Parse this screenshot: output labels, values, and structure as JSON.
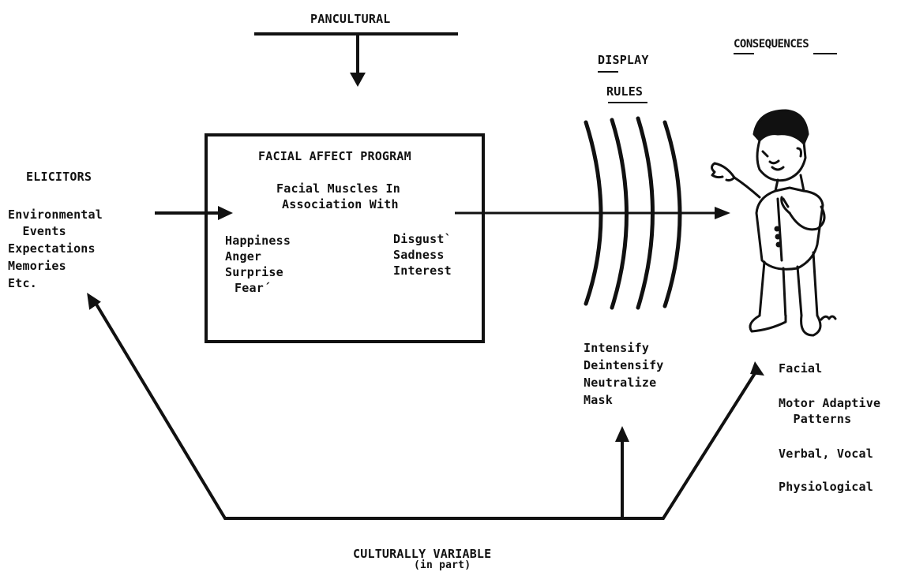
{
  "pancultural": "PANCULTURAL",
  "program": {
    "title": "FACIAL AFFECT PROGRAM",
    "subtitle_line1": "Facial Muscles In",
    "subtitle_line2": "Association With",
    "emotions_left": [
      "Happiness",
      "Anger",
      "Surprise",
      "Fear´"
    ],
    "emotions_right": [
      "Disgust`",
      "Sadness",
      "Interest"
    ]
  },
  "elicitors": {
    "heading": "ELICITORS",
    "items": [
      "Environmental",
      "  Events",
      "Expectations",
      "Memories",
      "Etc."
    ]
  },
  "display_rules": {
    "heading_line1": "DISPLAY",
    "heading_line2": "RULES",
    "items": [
      "Intensify",
      "Deintensify",
      "Neutralize",
      "Mask"
    ]
  },
  "consequences": {
    "heading": "CONSEQUENCES",
    "items": [
      "Facial",
      "Motor Adaptive",
      "  Patterns",
      "Verbal, Vocal",
      "Physiological"
    ]
  },
  "culturally_variable": {
    "line1": "CULTURALLY VARIABLE",
    "line2": "(in part)"
  }
}
